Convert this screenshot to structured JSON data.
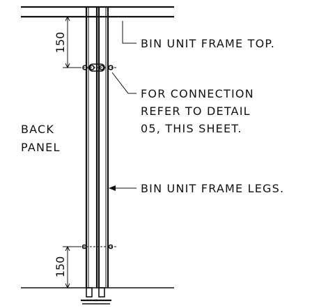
{
  "labels": {
    "frame_top": "BIN UNIT FRAME TOP.",
    "connection_line1": "FOR CONNECTION",
    "connection_line2": "REFER TO DETAIL",
    "connection_line3": "05, THIS SHEET.",
    "back_panel_line1": "BACK",
    "back_panel_line2": "PANEL",
    "frame_legs": "BIN UNIT FRAME LEGS."
  },
  "dimensions": {
    "upper": "150",
    "lower": "150"
  }
}
